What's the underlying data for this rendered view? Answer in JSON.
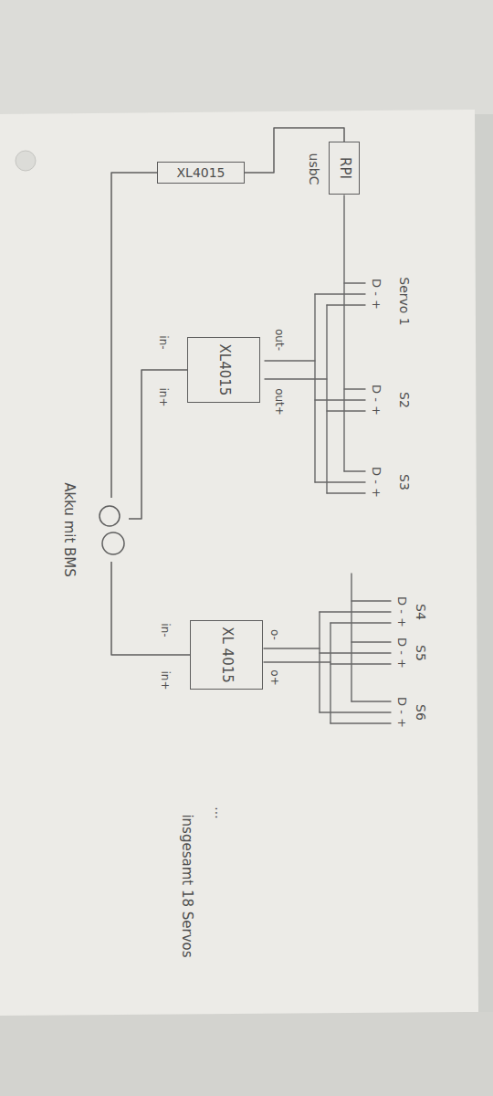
{
  "diagram": {
    "nodes": [
      {
        "text": [
          "RPI"
        ]
      },
      {
        "text": [
          "XL4015"
        ]
      },
      {
        "text": [
          "XL4015"
        ]
      },
      {
        "text": [
          "Akku mit BMS"
        ]
      },
      {
        "text": [
          "XL 4015"
        ]
      }
    ],
    "edges": [
      {
        "from": 3,
        "to": 1,
        "arrow": "none"
      },
      {
        "from": 3,
        "to": 2,
        "arrow": "none"
      },
      {
        "from": 3,
        "to": 4,
        "arrow": "none"
      },
      {
        "from": 1,
        "to": 0,
        "arrow": "none"
      }
    ],
    "labels": [
      "usbC",
      "Servo 1",
      "D - +",
      "S2",
      "D - +",
      "S3",
      "D - +",
      "out-",
      "out+",
      "in-",
      "in+",
      "S4",
      "D - +",
      "S5",
      "D - +",
      "S6",
      "D - +",
      "o-",
      "o+",
      "in-",
      "in+",
      "...",
      "insgesamt 18 Servos"
    ]
  }
}
